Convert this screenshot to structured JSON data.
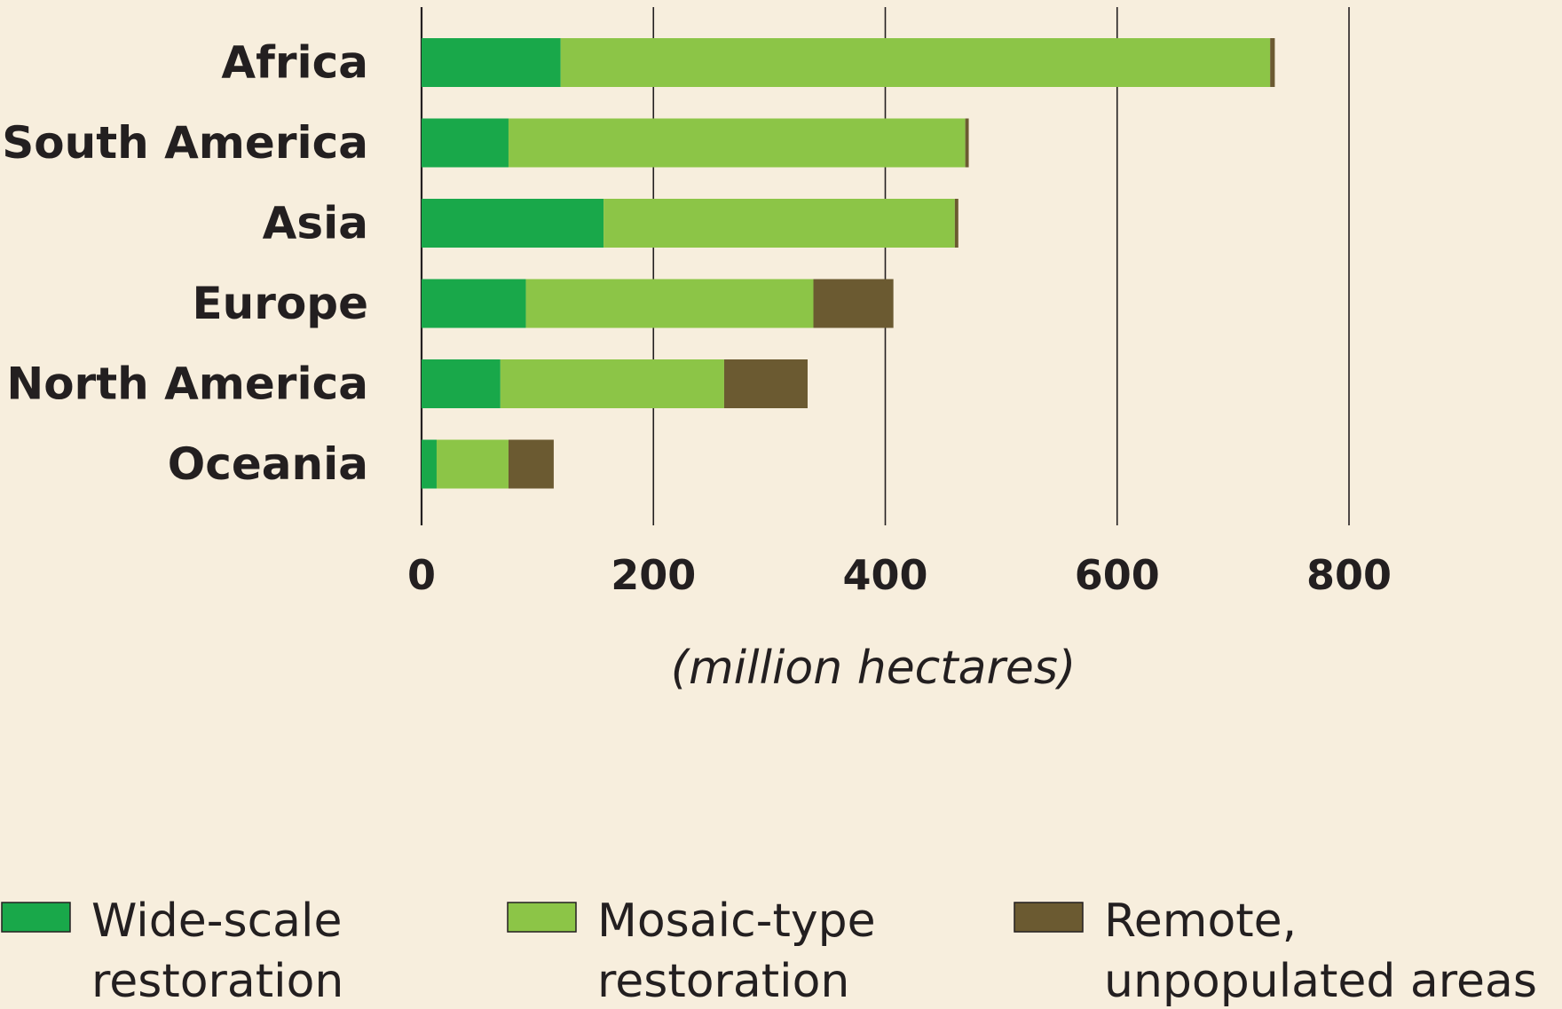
{
  "chart_data": {
    "type": "bar",
    "orientation": "horizontal",
    "stacked": true,
    "categories": [
      "Africa",
      "South America",
      "Asia",
      "Europe",
      "North America",
      "Oceania"
    ],
    "series": [
      {
        "name": "Wide-scale restoration",
        "color": "#19a84a",
        "values": [
          120,
          75,
          157,
          90,
          68,
          13
        ]
      },
      {
        "name": "Mosaic-type restoration",
        "color": "#8cc547",
        "values": [
          612,
          394,
          303,
          248,
          193,
          62
        ]
      },
      {
        "name": "Remote, unpopulated areas",
        "color": "#6b5a31",
        "values": [
          4,
          3,
          3,
          69,
          72,
          39
        ]
      }
    ],
    "xticks": [
      "0",
      "200",
      "400",
      "600",
      "800"
    ],
    "xlim": [
      0,
      800
    ],
    "xlabel": "(million hectares)",
    "grid": true,
    "legend": {
      "position": "bottom",
      "items": [
        {
          "line1": "Wide-scale",
          "line2": "restoration"
        },
        {
          "line1": "Mosaic-type",
          "line2": "restoration"
        },
        {
          "line1": "Remote,",
          "line2": "unpopulated areas"
        }
      ]
    }
  }
}
